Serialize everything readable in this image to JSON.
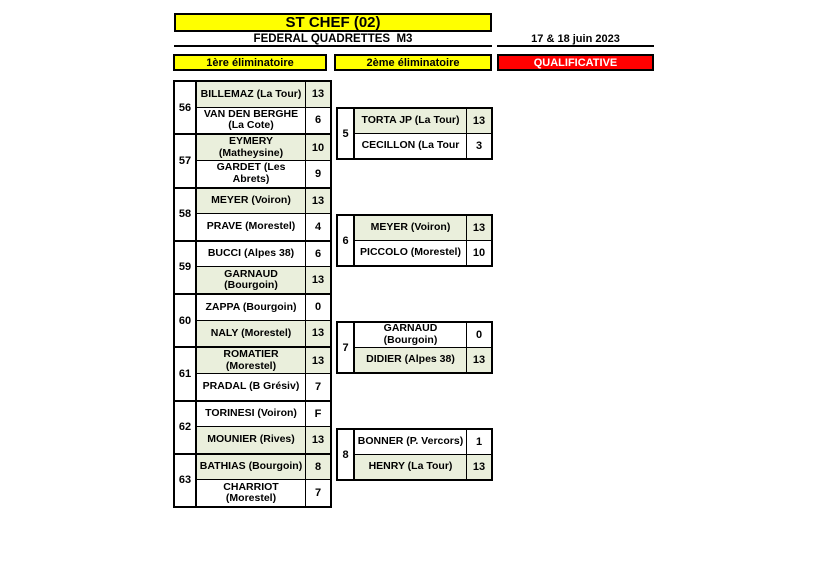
{
  "header": {
    "title": "ST CHEF (02)",
    "subtitle": "FEDERAL QUADRETTES  M3",
    "date": "17 & 18 juin 2023",
    "columns": [
      {
        "label": "1ère éliminatoire"
      },
      {
        "label": "2ème éliminatoire"
      },
      {
        "label": "QUALIFICATIVE"
      }
    ]
  },
  "colors": {
    "header_yellow": "#ffff00",
    "qualificative_red": "#ff0000",
    "winner_green": "#eaefdc"
  },
  "round1": {
    "matches": [
      {
        "num": "56",
        "teams": [
          {
            "name": "BILLEMAZ (La Tour)",
            "score": "13",
            "winner": true
          },
          {
            "name": "VAN DEN BERGHE (La Cote)",
            "score": "6",
            "winner": false
          }
        ]
      },
      {
        "num": "57",
        "teams": [
          {
            "name": "EYMERY (Matheysine)",
            "score": "10",
            "winner": true
          },
          {
            "name": "GARDET (Les Abrets)",
            "score": "9",
            "winner": false
          }
        ]
      },
      {
        "num": "58",
        "teams": [
          {
            "name": "MEYER (Voiron)",
            "score": "13",
            "winner": true
          },
          {
            "name": "PRAVE (Morestel)",
            "score": "4",
            "winner": false
          }
        ]
      },
      {
        "num": "59",
        "teams": [
          {
            "name": "BUCCI (Alpes 38)",
            "score": "6",
            "winner": false
          },
          {
            "name": "GARNAUD (Bourgoin)",
            "score": "13",
            "winner": true
          }
        ]
      },
      {
        "num": "60",
        "teams": [
          {
            "name": "ZAPPA (Bourgoin)",
            "score": "0",
            "winner": false
          },
          {
            "name": "NALY (Morestel)",
            "score": "13",
            "winner": true
          }
        ]
      },
      {
        "num": "61",
        "teams": [
          {
            "name": "ROMATIER (Morestel)",
            "score": "13",
            "winner": true
          },
          {
            "name": "PRADAL (B Grésiv)",
            "score": "7",
            "winner": false
          }
        ]
      },
      {
        "num": "62",
        "teams": [
          {
            "name": "TORINESI (Voiron)",
            "score": "F",
            "winner": false
          },
          {
            "name": "MOUNIER (Rives)",
            "score": "13",
            "winner": true
          }
        ]
      },
      {
        "num": "63",
        "teams": [
          {
            "name": "BATHIAS (Bourgoin)",
            "score": "8",
            "winner": true
          },
          {
            "name": "CHARRIOT (Morestel)",
            "score": "7",
            "winner": false
          }
        ]
      }
    ]
  },
  "round2": {
    "matches": [
      {
        "num": "5",
        "teams": [
          {
            "name": "TORTA JP (La Tour)",
            "score": "13",
            "winner": true
          },
          {
            "name": "CECILLON (La Tour",
            "score": "3",
            "winner": false
          }
        ]
      },
      {
        "num": "6",
        "teams": [
          {
            "name": "MEYER (Voiron)",
            "score": "13",
            "winner": true
          },
          {
            "name": "PICCOLO (Morestel)",
            "score": "10",
            "winner": false
          }
        ]
      },
      {
        "num": "7",
        "teams": [
          {
            "name": "GARNAUD (Bourgoin)",
            "score": "0",
            "winner": false
          },
          {
            "name": "DIDIER (Alpes 38)",
            "score": "13",
            "winner": true
          }
        ]
      },
      {
        "num": "8",
        "teams": [
          {
            "name": "BONNER (P. Vercors)",
            "score": "1",
            "winner": false
          },
          {
            "name": "HENRY (La Tour)",
            "score": "13",
            "winner": true
          }
        ]
      }
    ]
  }
}
